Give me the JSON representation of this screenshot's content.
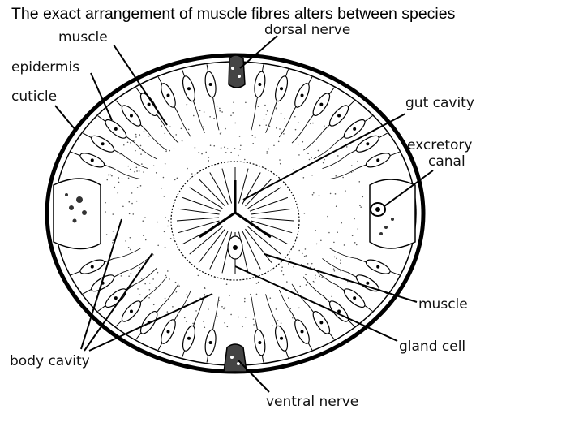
{
  "title": "The exact arrangement of muscle fibres alters between species",
  "labels": {
    "muscle_top": "muscle",
    "dorsal_nerve": "dorsal nerve",
    "epidermis": "epidermis",
    "cuticle": "cuticle",
    "gut_cavity": "gut cavity",
    "excretory": "excretory",
    "canal": "canal",
    "muscle_bottom": "muscle",
    "gland_cell": "gland cell",
    "body_cavity": "body cavity",
    "ventral_nerve": "ventral nerve"
  }
}
